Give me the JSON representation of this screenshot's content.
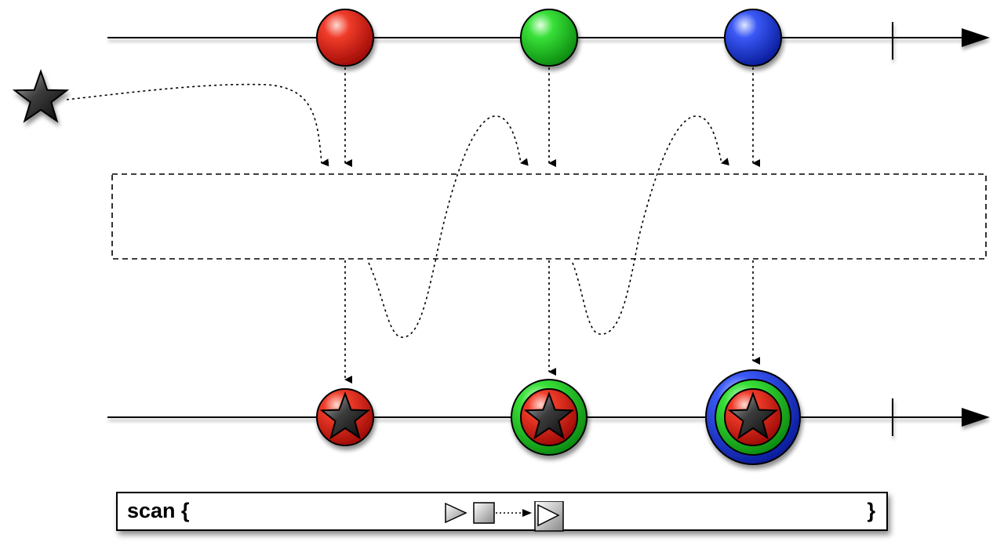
{
  "operator": {
    "name": "scan {",
    "close": "}",
    "signature_icons": [
      "accumulator-triangle-icon",
      "value-square-icon",
      "result-triangle-in-box-icon"
    ]
  },
  "seed": {
    "icon": "star-icon",
    "color": "#3a3a3a"
  },
  "colors": {
    "red": "#e8120c",
    "green": "#1ec81e",
    "blue": "#1030e0",
    "star": "#2a2a2a",
    "line": "#000000"
  },
  "input_stream": {
    "items": [
      {
        "shape": "circle",
        "color": "red"
      },
      {
        "shape": "circle",
        "color": "green"
      },
      {
        "shape": "circle",
        "color": "blue"
      }
    ],
    "completes": true
  },
  "output_stream": {
    "items": [
      {
        "shape": "star-in-circle",
        "rings": [
          "red"
        ]
      },
      {
        "shape": "star-in-circle",
        "rings": [
          "green",
          "red"
        ]
      },
      {
        "shape": "star-in-circle",
        "rings": [
          "blue",
          "green",
          "red"
        ]
      }
    ],
    "completes": true
  },
  "transform_box": {
    "style": "dashed"
  }
}
